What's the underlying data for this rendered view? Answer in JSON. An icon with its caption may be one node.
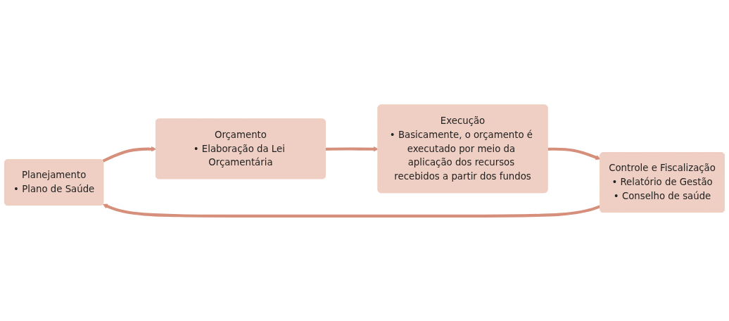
{
  "diagram": {
    "nodes": [
      {
        "text": [
          "Planejamento",
          "• Plano de Saúde"
        ]
      },
      {
        "text": [
          "Orçamento",
          "• Elaboração da Lei Orçamentária"
        ]
      },
      {
        "text": [
          "Execução",
          "• Basicamente, o orçamento é executado por meio da aplicação dos recursos recebidos a partir dos fundos"
        ]
      },
      {
        "text": [
          "Controle e Fiscalização",
          "• Relatório de Gestão",
          "• Conselho de saúde"
        ]
      }
    ],
    "edges": [
      {
        "from": 0,
        "to": 1,
        "arrow": "to"
      },
      {
        "from": 1,
        "to": 2,
        "arrow": "to"
      },
      {
        "from": 2,
        "to": 3,
        "arrow": "to"
      },
      {
        "from": 3,
        "to": 0,
        "arrow": "to"
      }
    ]
  }
}
